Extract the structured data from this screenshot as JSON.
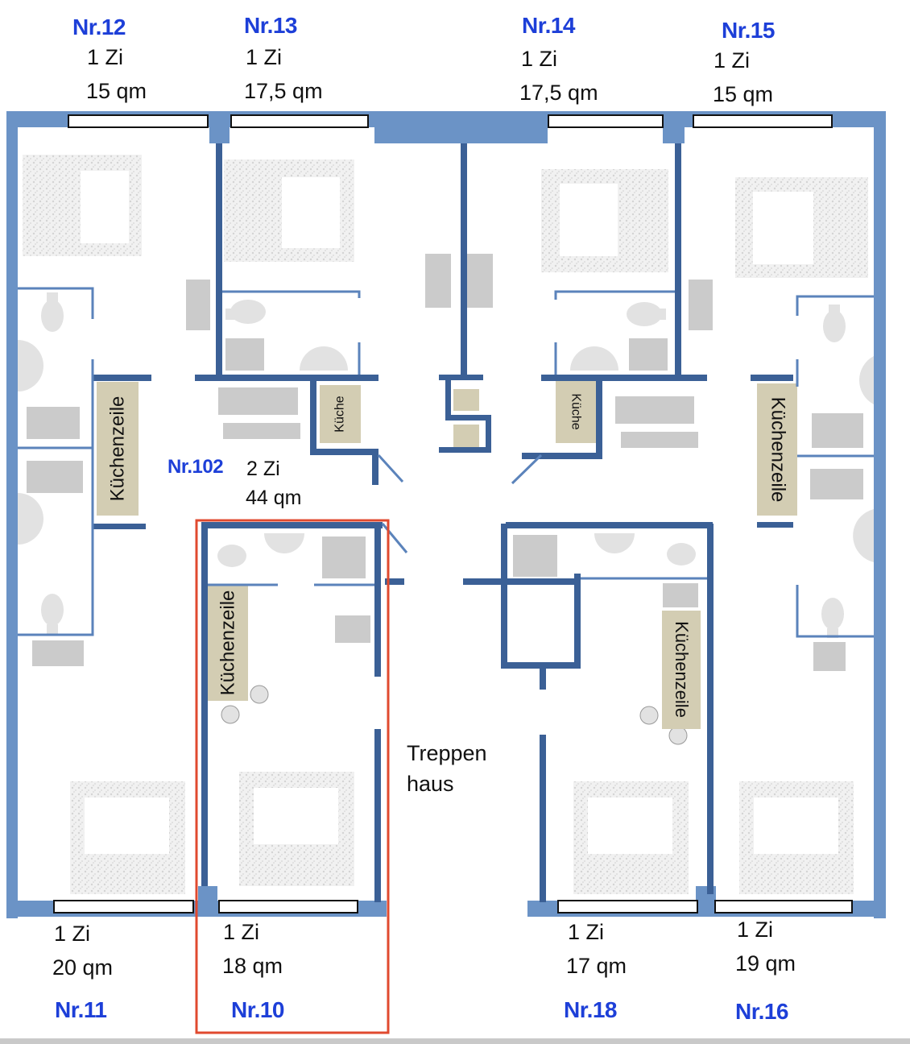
{
  "units": {
    "nr12": {
      "number": "Nr.12",
      "rooms": "1 Zi",
      "area": "15 qm"
    },
    "nr13": {
      "number": "Nr.13",
      "rooms": "1 Zi",
      "area": "17,5 qm"
    },
    "nr14": {
      "number": "Nr.14",
      "rooms": "1 Zi",
      "area": "17,5 qm"
    },
    "nr15": {
      "number": "Nr.15",
      "rooms": "1 Zi",
      "area": "15 qm"
    },
    "nr102": {
      "number": "Nr.102",
      "rooms": "2 Zi",
      "area": "44 qm"
    },
    "nr11": {
      "number": "Nr.11",
      "rooms": "1 Zi",
      "area": "20 qm"
    },
    "nr10": {
      "number": "Nr.10",
      "rooms": "1 Zi",
      "area": "18 qm"
    },
    "nr18": {
      "number": "Nr.18",
      "rooms": "1 Zi",
      "area": "17 qm"
    },
    "nr16": {
      "number": "Nr.16",
      "rooms": "1 Zi",
      "area": "19 qm"
    }
  },
  "labels": {
    "kitchenette": "Küchenzeile",
    "kitchen": "Küche",
    "stairwell_line1": "Treppen",
    "stairwell_line2": "haus"
  },
  "colors": {
    "outer_wall": "#6b93c6",
    "inner_wall": "#3b6096",
    "kitchen": "#d3cdb3",
    "furniture": "#cbcbcb",
    "unit_number": "#1d3fd8",
    "highlight": "#e04a2f"
  }
}
